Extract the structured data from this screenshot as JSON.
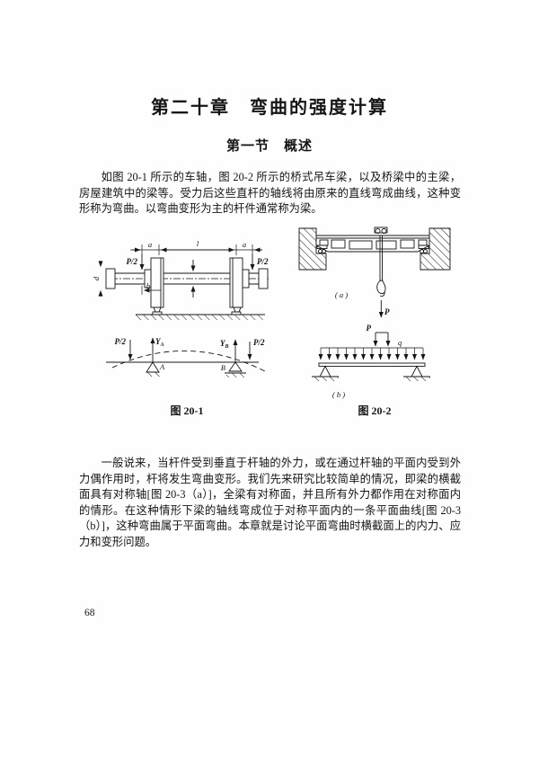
{
  "page": {
    "chapter_title": "第二十章　弯曲的强度计算",
    "section_title": "第一节　概述",
    "paragraph1": "如图 20-1 所示的车轴，图 20-2 所示的桥式吊车梁，以及桥梁中的主梁，房屋建筑中的梁等。受力后这些直杆的轴线将由原来的直线弯成曲线，这种变形称为弯曲。以弯曲变形为主的杆件通常称为梁。",
    "paragraph2": "一般说来，当杆件受到垂直于杆轴的外力，或在通过杆轴的平面内受到外力偶作用时，杆将发生弯曲变形。我们先来研究比较简单的情况，即梁的横截面具有对称轴[图 20-3（a）]，全梁有对称面，并且所有外力都作用在对称面内的情形。在这种情形下梁的轴线弯成位于对称平面内的一条平面曲线[图 20-3（b）]，这种弯曲属于平面弯曲。本章就是讨论平面弯曲时横截面上的内力、应力和变形问题。",
    "page_number": "68"
  },
  "figure1": {
    "caption": "图 20-1",
    "labels": {
      "load_left": "P/2",
      "load_right": "P/2",
      "dim_a_left": "a",
      "dim_span": "l",
      "dim_a_right": "a",
      "dim_b": "b",
      "dim_d": "d",
      "reaction_a_base": "Y",
      "reaction_a_sub": "A",
      "reaction_b_base": "Y",
      "reaction_b_sub": "B",
      "beam_load_left": "P/2",
      "beam_load_right": "P/2",
      "support_a": "A",
      "support_b": "B"
    }
  },
  "figure2": {
    "caption": "图 20-2",
    "labels": {
      "sub_a": "( a )",
      "sub_b": "( b )",
      "hook_force": "P",
      "beam_force": "P",
      "dist_load": "q"
    }
  }
}
